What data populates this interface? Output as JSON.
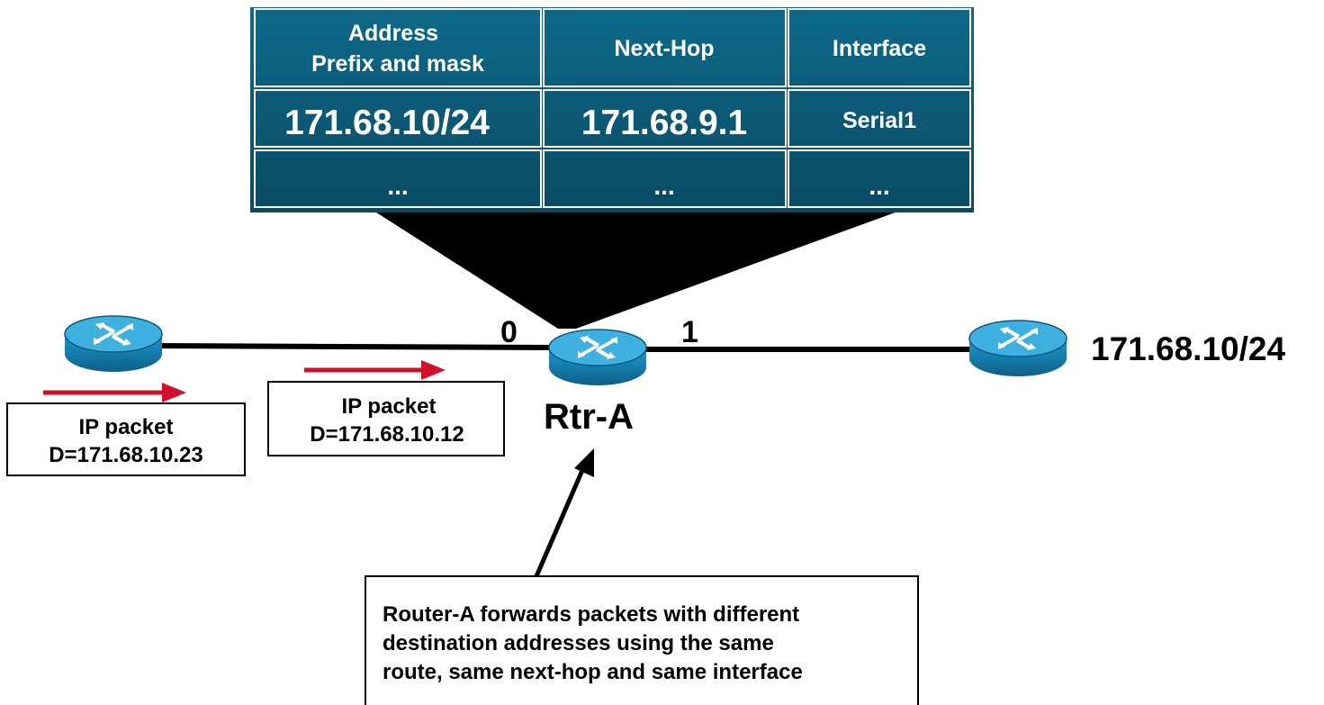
{
  "routing_table": {
    "headers": {
      "prefix_line1": "Address",
      "prefix_line2": "Prefix and mask",
      "next_hop": "Next-Hop",
      "interface": "Interface"
    },
    "row1": {
      "prefix": "171.68.10/24",
      "next_hop": "171.68.9.1",
      "interface": "Serial1"
    },
    "row2": {
      "prefix": "...",
      "next_hop": "...",
      "interface": "..."
    }
  },
  "router_a": {
    "label": "Rtr-A",
    "port_left": "0",
    "port_right": "1"
  },
  "destination_network": "171.68.10/24",
  "packet1": {
    "line1": "IP packet",
    "line2": "D=171.68.10.23"
  },
  "packet2": {
    "line1": "IP packet",
    "line2": "D=171.68.10.12"
  },
  "note": {
    "line1": "Router-A forwards packets with different",
    "line2": "destination addresses using the same",
    "line3": "route, same next-hop and same interface"
  },
  "colors": {
    "table_bg": "#0c5672",
    "table_border": "#ffffff",
    "arrow_red": "#d0112b",
    "router_blue": "#1a8fc4"
  }
}
